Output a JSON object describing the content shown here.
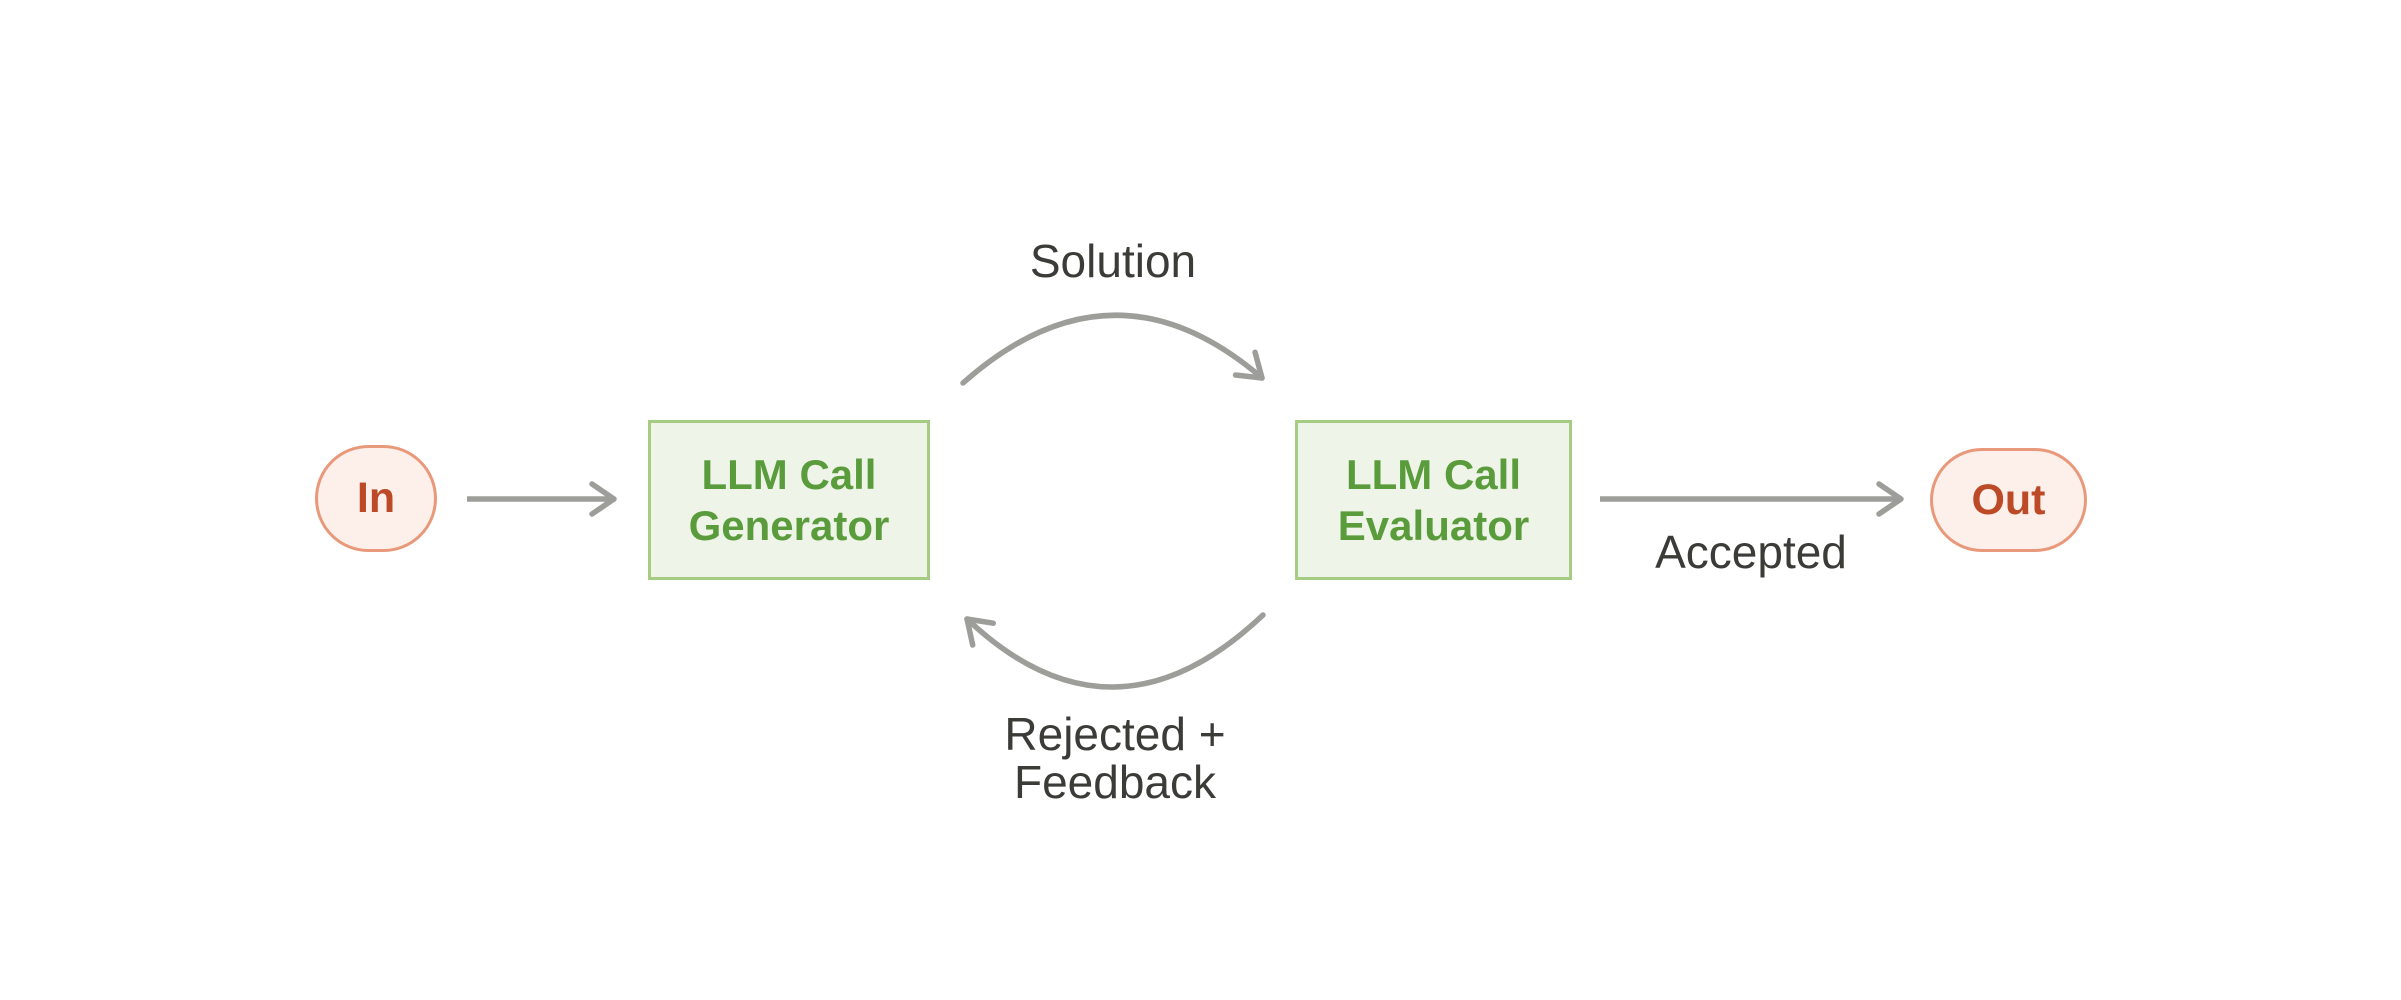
{
  "diagram": {
    "type": "flow-diagram",
    "background": "#ffffff",
    "nodes": {
      "in": {
        "label": "In"
      },
      "generator": {
        "lines": [
          "LLM Call",
          "Generator"
        ]
      },
      "evaluator": {
        "lines": [
          "LLM Call",
          "Evaluator"
        ]
      },
      "out": {
        "label": "Out"
      }
    },
    "edges": {
      "solution": {
        "label": "Solution",
        "from": "generator",
        "to": "evaluator",
        "shape": "arc-top"
      },
      "rejected_feedback": {
        "lines": [
          "Rejected +",
          "Feedback"
        ],
        "from": "evaluator",
        "to": "generator",
        "shape": "arc-bottom"
      },
      "accepted": {
        "label": "Accepted",
        "from": "evaluator",
        "to": "out",
        "shape": "straight"
      },
      "input": {
        "from": "in",
        "to": "generator",
        "shape": "straight"
      }
    },
    "colors": {
      "terminal_fill": "#fdf0ea",
      "terminal_border": "#e9997b",
      "terminal_text": "#bd4a26",
      "process_fill": "#eef4e8",
      "process_border": "#a6cc83",
      "process_text": "#5a9c3c",
      "arrow": "#9d9d99",
      "label_text": "#3b3b38"
    }
  }
}
